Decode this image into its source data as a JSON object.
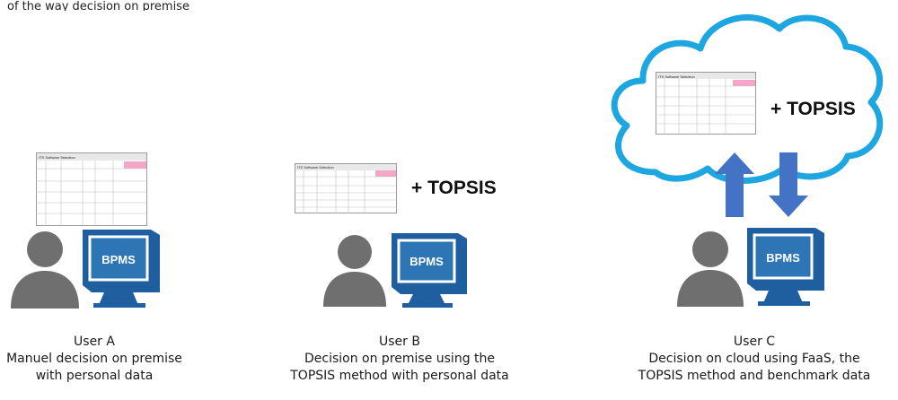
{
  "top_text": "of the way decision on premise",
  "table_title": "ITS Software Selection",
  "monitor_label": "BPMS",
  "topsis_label": "+ TOPSIS",
  "users": [
    {
      "name": "User A",
      "line1": "Manuel decision on premise",
      "line2": "with personal data"
    },
    {
      "name": "User B",
      "line1": "Decision on premise using the",
      "line2": "TOPSIS method with personal data"
    },
    {
      "name": "User C",
      "line1": "Decision on cloud using FaaS, the",
      "line2": "TOPSIS method and benchmark data"
    }
  ],
  "colors": {
    "monitor_blue": "#1f5f9f",
    "screen_blue": "#2e75b6",
    "person_gray": "#6f6f6f",
    "arrow_blue": "#4472c4",
    "cloud_border": "#1ea6e0",
    "table_pink": "#f4a6c8"
  },
  "icons": [
    "person-icon",
    "computer-icon",
    "cloud-icon",
    "up-arrow-icon",
    "down-arrow-icon",
    "table-icon"
  ]
}
